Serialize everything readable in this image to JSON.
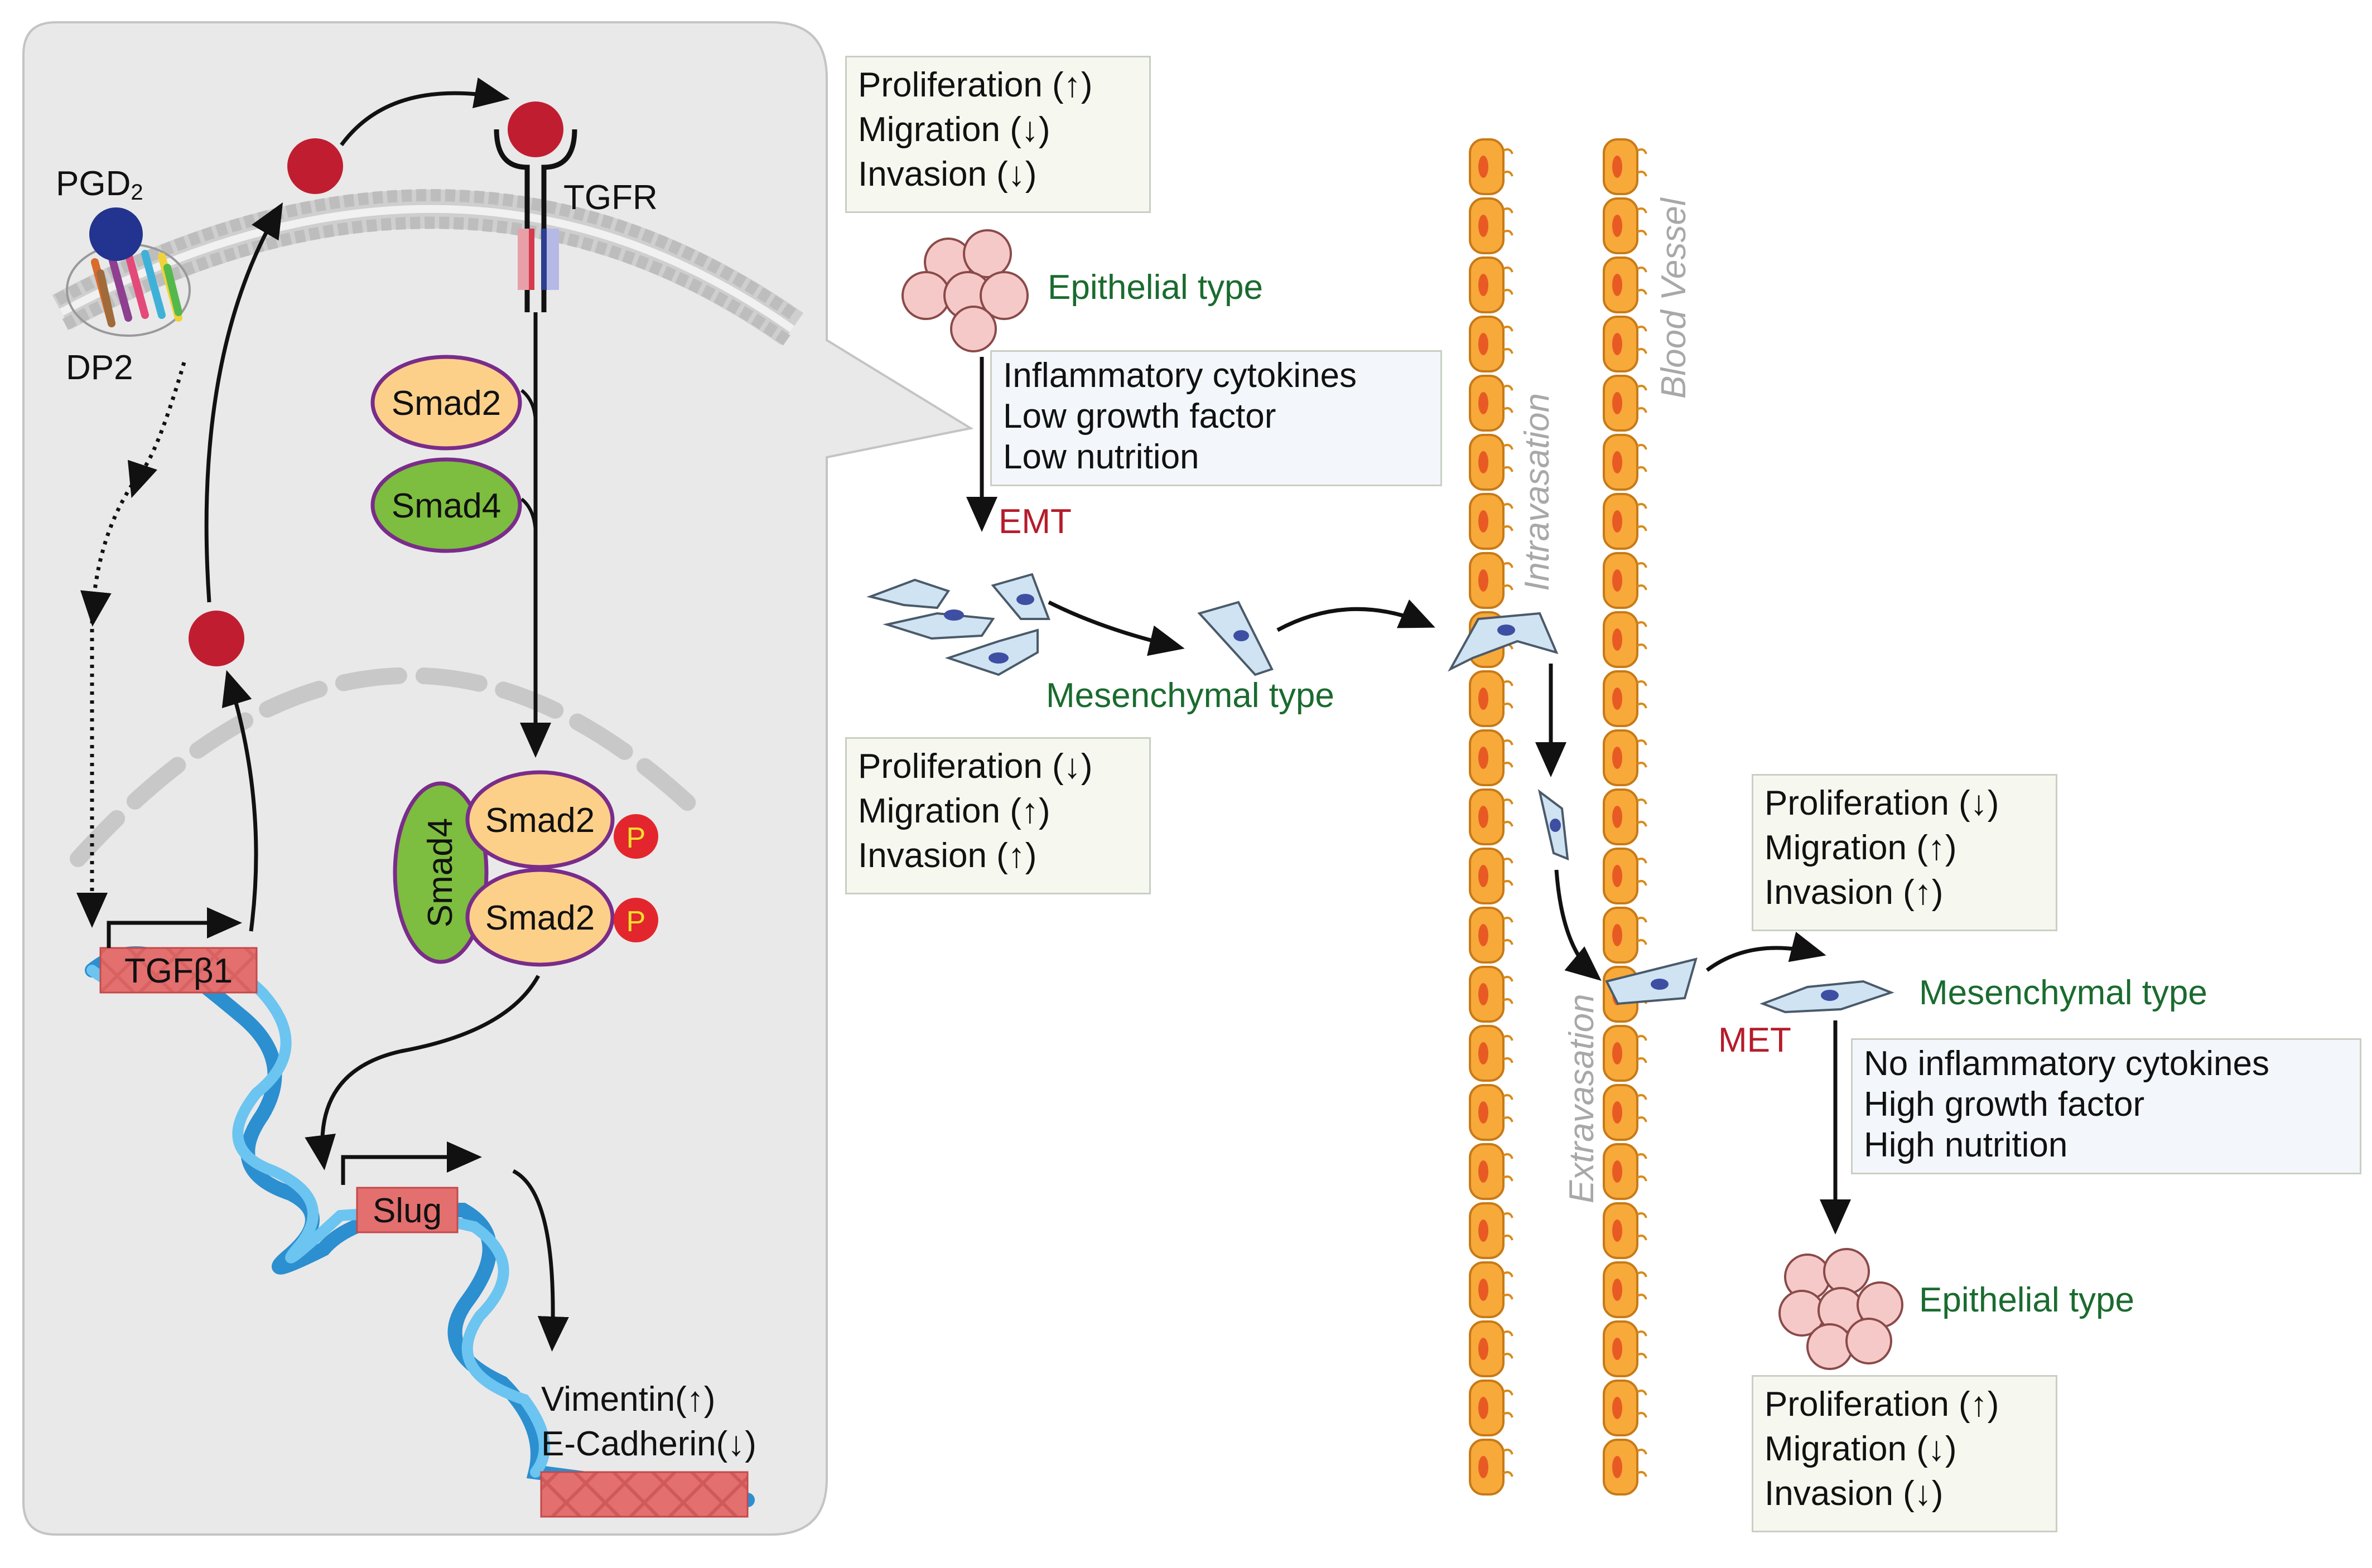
{
  "cell": {
    "ligand": "PGD",
    "ligand_sub": "2",
    "receptor": "DP2",
    "tgfr": "TGFR",
    "smad2": "Smad2",
    "smad4": "Smad4",
    "phospho": "P",
    "gene1": "TGFβ1",
    "gene2": "Slug",
    "out1": "Vimentin(↑)",
    "out2": "E-Cadherin(↓)"
  },
  "boxes": {
    "top": [
      "Proliferation (↑)",
      "Migration (↓)",
      "Invasion (↓)"
    ],
    "conditions_emt": [
      "Inflammatory cytokines",
      "Low growth factor",
      "Low nutrition"
    ],
    "mid": [
      "Proliferation (↓)",
      "Migration (↑)",
      "Invasion (↑)"
    ],
    "right_top": [
      "Proliferation (↓)",
      "Migration (↑)",
      "Invasion (↑)"
    ],
    "conditions_met": [
      "No inflammatory cytokines",
      "High growth factor",
      "High nutrition"
    ],
    "right_bottom": [
      "Proliferation (↑)",
      "Migration (↓)",
      "Invasion (↓)"
    ]
  },
  "labels": {
    "epithelial1": "Epithelial type",
    "emt": "EMT",
    "mesenchymal1": "Mesenchymal type",
    "intravasation": "Intravasation",
    "blood_vessel": "Blood Vessel",
    "extravasation": "Extravasation",
    "mesenchymal2": "Mesenchymal type",
    "met": "MET",
    "epithelial2": "Epithelial type"
  },
  "colors": {
    "panel": "#e9e9e9",
    "smad2": "#fdd08a",
    "smad4": "#7dbd3f",
    "smad_border": "#7a2c8a",
    "ligand_red": "#c01d31",
    "pgd2_blue": "#22348f",
    "phospho": "#e3262d",
    "vessel": "#f7a93a",
    "vessel_nucleus": "#e85a23",
    "dna": "#2b8fd0",
    "gene_box": "#e36f6f",
    "label_green": "#1a6b2f",
    "label_red": "#b51c2b"
  }
}
